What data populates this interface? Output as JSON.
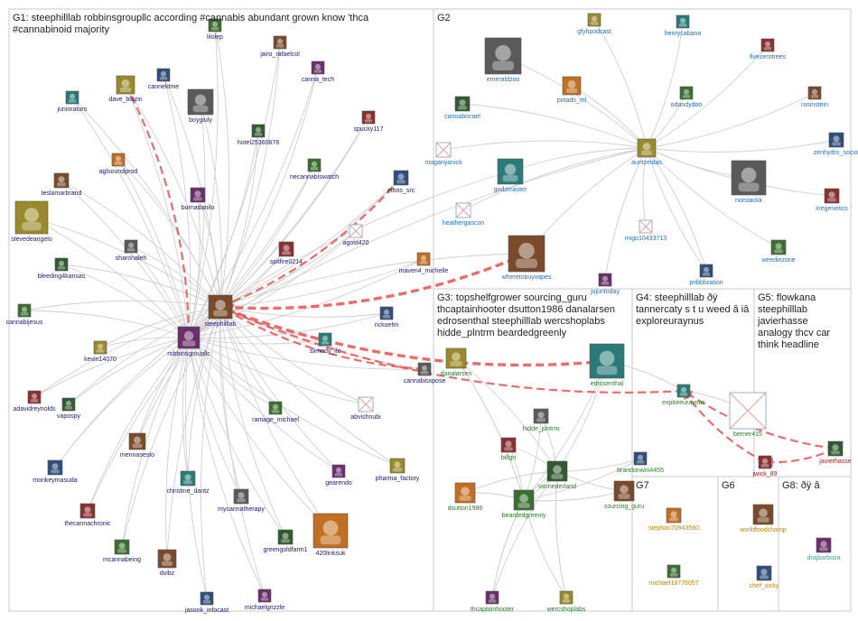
{
  "colors": {
    "g1": "#1a1a6e",
    "g2": "#1f6fbf",
    "g3": "#2a7a2a",
    "g4": "#2a7a2a",
    "g5": "#b01818",
    "g6": "#c08000",
    "g7": "#c08000",
    "g8": "#4a9a9a",
    "edge": "#cfcfcf",
    "hot_edge": "#e63b3b"
  },
  "groups": [
    {
      "id": "g1",
      "title_lines": [
        "G1: steephilllab robbinsgroupllc according #cannabis abundant grown know 'thca",
        "#cannabinoid majority"
      ]
    },
    {
      "id": "g2",
      "title_lines": [
        "G2"
      ]
    },
    {
      "id": "g3",
      "title_lines": [
        "G3: topshelfgrower sourcing_guru",
        "thcaptainhooter dsutton1986 danalarsen",
        "edrosenthal steephilllab wercshoplabs",
        "hidde_plntrm beardedgreenly"
      ]
    },
    {
      "id": "g4",
      "title_lines": [
        "G4: steephilllab ðÿ",
        "tannercaty s t u weed â iâ",
        "exploreuraynus"
      ]
    },
    {
      "id": "g5",
      "title_lines": [
        "G5: flowkana",
        "steephilllab",
        "javierhasse",
        "analogy thcv car",
        "think headline"
      ]
    },
    {
      "id": "g6",
      "title_lines": [
        "G6"
      ]
    },
    {
      "id": "g7",
      "title_lines": [
        "G7"
      ]
    },
    {
      "id": "g8",
      "title_lines": [
        "G8: ðÿ â"
      ]
    }
  ],
  "nodes": [
    {
      "id": "lilolep",
      "label": "lilolep",
      "group": "g1",
      "icon": "avatar-icon"
    },
    {
      "id": "jairo_rafaelcol",
      "label": "jairo_rafaelcol",
      "group": "g1",
      "icon": "avatar-icon"
    },
    {
      "id": "cannektme",
      "label": "cannektme",
      "group": "g1",
      "icon": "avatar-icon"
    },
    {
      "id": "canna_tech",
      "label": "canna_tech",
      "group": "g1",
      "icon": "avatar-icon"
    },
    {
      "id": "dave_blazin",
      "label": "dave_blazin",
      "group": "g1",
      "icon": "avatar-icon"
    },
    {
      "id": "junioraturo",
      "label": "junioraturo",
      "group": "g1",
      "icon": "avatar-icon"
    },
    {
      "id": "boygiuly",
      "label": "boygiuly",
      "group": "g1",
      "icon": "avatar-icon"
    },
    {
      "id": "spucky117",
      "label": "spucky117",
      "group": "g1",
      "icon": "avatar-icon"
    },
    {
      "id": "hotel25360678",
      "label": "hotel25360678",
      "group": "g1",
      "icon": "avatar-icon"
    },
    {
      "id": "aglsoundprod",
      "label": "aglsoundprod",
      "group": "g1",
      "icon": "avatar-icon"
    },
    {
      "id": "necannabiswatch",
      "label": "necannabiswatch",
      "group": "g1",
      "icon": "avatar-icon"
    },
    {
      "id": "teslamarbrand",
      "label": "teslamarbrand",
      "group": "g1",
      "icon": "avatar-icon"
    },
    {
      "id": "ethos_src",
      "label": "ethos_src",
      "group": "g1",
      "icon": "avatar-icon"
    },
    {
      "id": "burnadanilo",
      "label": "burnadanilo",
      "group": "g1",
      "icon": "avatar-icon"
    },
    {
      "id": "stevedeangelo",
      "label": "stevedeangelo",
      "group": "g1",
      "icon": "avatar-icon"
    },
    {
      "id": "agold420",
      "label": "agold420",
      "group": "g1",
      "icon": "broken-image-icon"
    },
    {
      "id": "sharonaleh",
      "label": "sharonaleh",
      "group": "g1",
      "icon": "avatar-icon"
    },
    {
      "id": "spitfire0214",
      "label": "spitfire0214",
      "group": "g1",
      "icon": "avatar-icon"
    },
    {
      "id": "bleeding4kansas",
      "label": "bleeding4kansas",
      "group": "g1",
      "icon": "avatar-icon"
    },
    {
      "id": "maven4_michelle",
      "label": "maven4_michelle",
      "group": "g1",
      "icon": "avatar-icon"
    },
    {
      "id": "cannabijesus",
      "label": "cannabijesus",
      "group": "g1",
      "icon": "avatar-icon"
    },
    {
      "id": "steephilllab",
      "label": "steephilllab",
      "group": "g1",
      "icon": "avatar-icon"
    },
    {
      "id": "rickoehn",
      "label": "rickoehn",
      "group": "g1",
      "icon": "avatar-icon"
    },
    {
      "id": "robbinsgroupllc",
      "label": "robbinsgroupllc",
      "group": "g1",
      "icon": "avatar-icon"
    },
    {
      "id": "kevin14070",
      "label": "kevin14070",
      "group": "g1",
      "icon": "avatar-icon"
    },
    {
      "id": "slimedy_lfc",
      "label": "slimedy_lfc",
      "group": "g1",
      "icon": "avatar-icon"
    },
    {
      "id": "cannabisxpose",
      "label": "cannabisxpose",
      "group": "g1",
      "icon": "avatar-icon"
    },
    {
      "id": "adavidreynolds",
      "label": "adavidreynolds",
      "group": "g1",
      "icon": "avatar-icon"
    },
    {
      "id": "vapospy",
      "label": "vapospy",
      "group": "g1",
      "icon": "avatar-icon"
    },
    {
      "id": "abvishnubi",
      "label": "abvishnubi",
      "group": "g1",
      "icon": "broken-image-icon"
    },
    {
      "id": "ramage_michael",
      "label": "ramage_michael",
      "group": "g1",
      "icon": "avatar-icon"
    },
    {
      "id": "mennasesto",
      "label": "mennasesto",
      "group": "g1",
      "icon": "avatar-icon"
    },
    {
      "id": "monkeymasuda",
      "label": "monkeymasuda",
      "group": "g1",
      "icon": "avatar-icon"
    },
    {
      "id": "gearendo",
      "label": "gearendo",
      "group": "g1",
      "icon": "avatar-icon"
    },
    {
      "id": "pharma_factory",
      "label": "pharma_factory",
      "group": "g1",
      "icon": "avatar-icon"
    },
    {
      "id": "christine_dantz",
      "label": "christine_dantz",
      "group": "g1",
      "icon": "avatar-icon"
    },
    {
      "id": "mycannatherapy",
      "label": "mycannatherapy",
      "group": "g1",
      "icon": "avatar-icon"
    },
    {
      "id": "thecannachronic",
      "label": "thecannachronic",
      "group": "g1",
      "icon": "avatar-icon"
    },
    {
      "id": "greengoldfarm1",
      "label": "greengoldfarm1",
      "group": "g1",
      "icon": "avatar-icon"
    },
    {
      "id": "420linksuk",
      "label": "420linksuk",
      "group": "g1",
      "icon": "avatar-icon"
    },
    {
      "id": "mcannabeing",
      "label": "mcannabeing",
      "group": "g1",
      "icon": "avatar-icon"
    },
    {
      "id": "dvibz",
      "label": "dvibz",
      "group": "g1",
      "icon": "avatar-icon"
    },
    {
      "id": "jasonk_infocast",
      "label": "jasonk_infocast",
      "group": "g1",
      "icon": "avatar-icon"
    },
    {
      "id": "michaelgrizzle",
      "label": "michaelgrizzle",
      "group": "g1",
      "icon": "avatar-icon"
    },
    {
      "id": "gfyhpodcast",
      "label": "gfyhpodcast",
      "group": "g2",
      "icon": "avatar-icon"
    },
    {
      "id": "henrycabana",
      "label": "henrycabana",
      "group": "g2",
      "icon": "avatar-icon"
    },
    {
      "id": "emeraldzoo",
      "label": "emeraldzoo",
      "group": "g2",
      "icon": "avatar-icon"
    },
    {
      "id": "fivezerotrees",
      "label": "fivezerotrees",
      "group": "g2",
      "icon": "avatar-icon"
    },
    {
      "id": "cannabisrael",
      "label": "cannabisrael",
      "group": "g2",
      "icon": "avatar-icon"
    },
    {
      "id": "potads_ml",
      "label": "potads_ml",
      "group": "g2",
      "icon": "avatar-icon"
    },
    {
      "id": "odandydoo",
      "label": "odandydoo",
      "group": "g2",
      "icon": "avatar-icon"
    },
    {
      "id": "rosinstein",
      "label": "rosinstein",
      "group": "g2",
      "icon": "avatar-icon"
    },
    {
      "id": "zenhydro_social",
      "label": "zenhydro_social",
      "group": "g2",
      "icon": "avatar-icon"
    },
    {
      "id": "moganyanick",
      "label": "moganyanick",
      "group": "g2",
      "icon": "broken-image-icon"
    },
    {
      "id": "auntzeldas",
      "label": "auntzeldas",
      "group": "g2",
      "icon": "avatar-icon"
    },
    {
      "id": "godzmaster",
      "label": "godzmaster",
      "group": "g2",
      "icon": "avatar-icon"
    },
    {
      "id": "norstackk",
      "label": "norstackk",
      "group": "g2",
      "icon": "avatar-icon"
    },
    {
      "id": "iriegenetics",
      "label": "iriegenetics",
      "group": "g2",
      "icon": "avatar-icon"
    },
    {
      "id": "heathergascon",
      "label": "heathergascon",
      "group": "g2",
      "icon": "broken-image-icon"
    },
    {
      "id": "migo10433713",
      "label": "migo10433713",
      "group": "g2",
      "icon": "broken-image-icon"
    },
    {
      "id": "weedinzone",
      "label": "weedinzone",
      "group": "g2",
      "icon": "avatar-icon"
    },
    {
      "id": "wheretobuyvapes",
      "label": "wheretobuyvapes",
      "group": "g2",
      "icon": "avatar-icon"
    },
    {
      "id": "pribblization",
      "label": "pribblization",
      "group": "g2",
      "icon": "avatar-icon"
    },
    {
      "id": "jujuntoday",
      "label": "jujuntoday",
      "group": "g2",
      "icon": "avatar-icon"
    },
    {
      "id": "danalarsen",
      "label": "danalarsen",
      "group": "g3",
      "icon": "avatar-icon"
    },
    {
      "id": "edrosenthal",
      "label": "edrosenthal",
      "group": "g3",
      "icon": "avatar-icon"
    },
    {
      "id": "hidde_plntrm",
      "label": "hidde_plntrm",
      "group": "g3",
      "icon": "avatar-icon"
    },
    {
      "id": "billgri",
      "label": "billgri",
      "group": "g3",
      "icon": "avatar-icon"
    },
    {
      "id": "vocnederland",
      "label": "vocnederland",
      "group": "g3",
      "icon": "avatar-icon"
    },
    {
      "id": "dsutton1986",
      "label": "dsutton1986",
      "group": "g3",
      "icon": "avatar-icon"
    },
    {
      "id": "beardedgreenly",
      "label": "beardedgreenly",
      "group": "g3",
      "icon": "avatar-icon"
    },
    {
      "id": "sourcing_guru",
      "label": "sourcing_guru",
      "group": "g3",
      "icon": "avatar-icon"
    },
    {
      "id": "brandonwin4455",
      "label": "brandonwin4455",
      "group": "g3",
      "icon": "avatar-icon"
    },
    {
      "id": "thcaptainhooter",
      "label": "thcaptainhooter",
      "group": "g3",
      "icon": "avatar-icon"
    },
    {
      "id": "wercshoplabs",
      "label": "wercshoplabs",
      "group": "g3",
      "icon": "avatar-icon"
    },
    {
      "id": "exploreuraynus",
      "label": "exploreuraynus",
      "group": "g4",
      "icon": "avatar-icon"
    },
    {
      "id": "berner415",
      "label": "berner415",
      "group": "g4",
      "icon": "broken-image-icon"
    },
    {
      "id": "jwick_89",
      "label": "jwick_89",
      "group": "g5",
      "icon": "avatar-icon"
    },
    {
      "id": "javierhasse",
      "label": "javierhasse",
      "group": "g5",
      "icon": "avatar-icon"
    },
    {
      "id": "stephan70943560",
      "label": "stephan70943560",
      "group": "g7",
      "icon": "avatar-icon"
    },
    {
      "id": "michael18776057",
      "label": "michael18776057",
      "group": "g7",
      "icon": "avatar-icon"
    },
    {
      "id": "worldfoodchamp",
      "label": "worldfoodchamp",
      "group": "g6",
      "icon": "avatar-icon"
    },
    {
      "id": "chef_vicky",
      "label": "chef_vicky",
      "group": "g6",
      "icon": "avatar-icon"
    },
    {
      "id": "drajbarboza",
      "label": "drajbarboza",
      "group": "g8",
      "icon": "avatar-icon"
    }
  ],
  "hot_edges": [
    {
      "from": "dave_blazin",
      "to": "robbinsgroupllc"
    },
    {
      "from": "ethos_src",
      "to": "steephilllab"
    },
    {
      "from": "wheretobuyvapes",
      "to": "steephilllab"
    },
    {
      "from": "cannabisxpose",
      "to": "steephilllab"
    },
    {
      "from": "edrosenthal",
      "to": "steephilllab"
    },
    {
      "from": "exploreuraynus",
      "to": "steephilllab"
    },
    {
      "from": "jwick_89",
      "to": "exploreuraynus"
    },
    {
      "from": "javierhasse",
      "to": "jwick_89"
    },
    {
      "from": "javierhasse",
      "to": "exploreuraynus"
    }
  ],
  "hub_edges_g1": [
    "robbinsgroupllc",
    "steephilllab"
  ],
  "hub_edges_g2": [
    "auntzeldas"
  ],
  "hub_edges_g3": [
    "beardedgreenly",
    "vocnederland"
  ]
}
